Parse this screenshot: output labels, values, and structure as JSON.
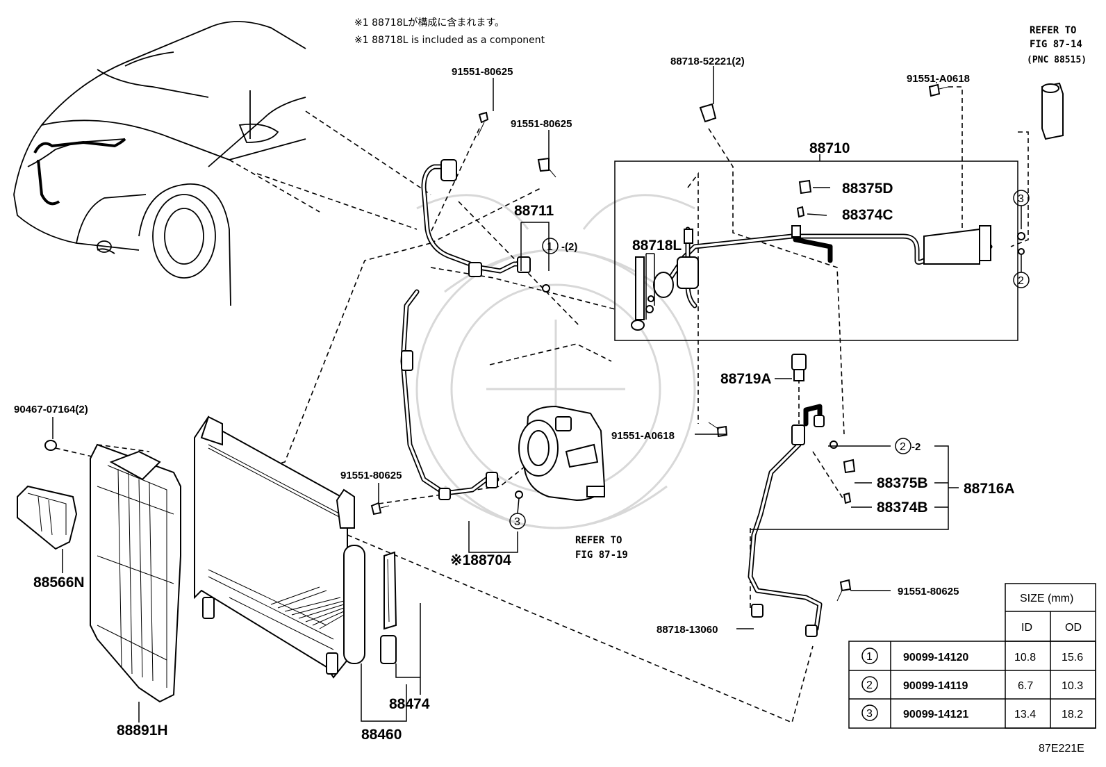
{
  "notes": {
    "jp": "※1 88718Lが構成に含まれます。",
    "en": "※1 88718L is included as a component"
  },
  "refer_top_right": {
    "line1": "REFER TO",
    "line2": "FIG 87-14",
    "line3": "(PNC 88515)"
  },
  "refer_compressor": {
    "line1": "REFER TO",
    "line2": "FIG 87-19"
  },
  "labels": {
    "p91551_80625_top": "91551-80625",
    "p91551_80625_mid": "91551-80625",
    "p91551_80625_left": "91551-80625",
    "p91551_80625_right": "91551-80625",
    "p88718_52221": "88718-52221(2)",
    "p91551_A0618_top": "91551-A0618",
    "p91551_A0618_mid": "91551-A0618",
    "p88710": "88710",
    "p88375D": "88375D",
    "p88374C": "88374C",
    "p88711": "88711",
    "p88711_qty": "-(2)",
    "p88718L": "88718L",
    "p88719A": "88719A",
    "p90467": "90467-07164(2)",
    "p88566N": "88566N",
    "p88891H": "88891H",
    "p88704": "※188704",
    "p88716A": "88716A",
    "p88716A_qty": "-2",
    "p88375B": "88375B",
    "p88374B": "88374B",
    "p88474": "88474",
    "p88460": "88460",
    "p88718_13060": "88718-13060",
    "fig_code": "87E221E"
  },
  "circle_marks": {
    "one": "1",
    "two": "2",
    "three": "3"
  },
  "size_table": {
    "header": "SIZE (mm)",
    "col_id": "ID",
    "col_od": "OD",
    "rows": [
      {
        "mark": "1",
        "part": "90099-14120",
        "id": "10.8",
        "od": "15.6"
      },
      {
        "mark": "2",
        "part": "90099-14119",
        "id": "6.7",
        "od": "10.3"
      },
      {
        "mark": "3",
        "part": "90099-14121",
        "id": "13.4",
        "od": "18.2"
      }
    ]
  }
}
